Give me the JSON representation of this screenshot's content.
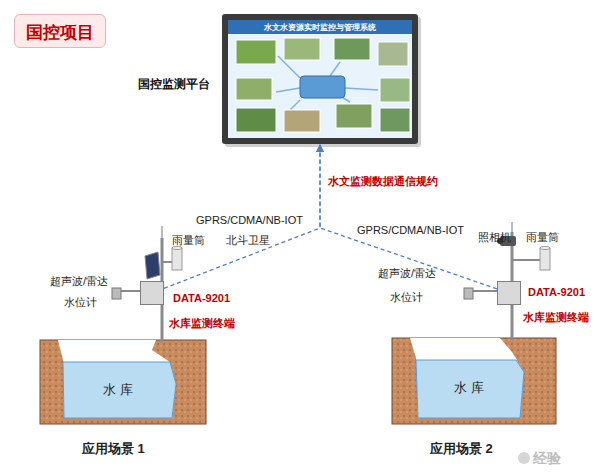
{
  "diagram": {
    "nodes": [
      {
        "text": [
          "国控项目"
        ]
      },
      {
        "text": [
          "国控监测平台",
          "水文水资源实时监控与管理系统"
        ]
      },
      {
        "text": [
          "DATA-9201",
          "水库监测终端"
        ]
      },
      {
        "text": [
          "水 库"
        ]
      },
      {
        "text": [
          "DATA-9201",
          "水库监测终端"
        ]
      },
      {
        "text": [
          "水 库"
        ]
      }
    ],
    "edges": [
      {
        "from": 2,
        "to": 1,
        "arrow": "to",
        "label": "水文监测数据通信规约"
      },
      {
        "from": 4,
        "to": 1,
        "arrow": "to"
      }
    ],
    "labels": [
      "GPRS/CDMA/NB-IOT",
      "北斗卫星",
      "GPRS/CDMA/NB-IOT",
      "雨量筒",
      "超声波/雷达",
      "水位计",
      "应用场景 1",
      "照相机",
      "雨量筒",
      "超声波/雷达",
      "水位计",
      "应用场景 2",
      "经验"
    ]
  }
}
